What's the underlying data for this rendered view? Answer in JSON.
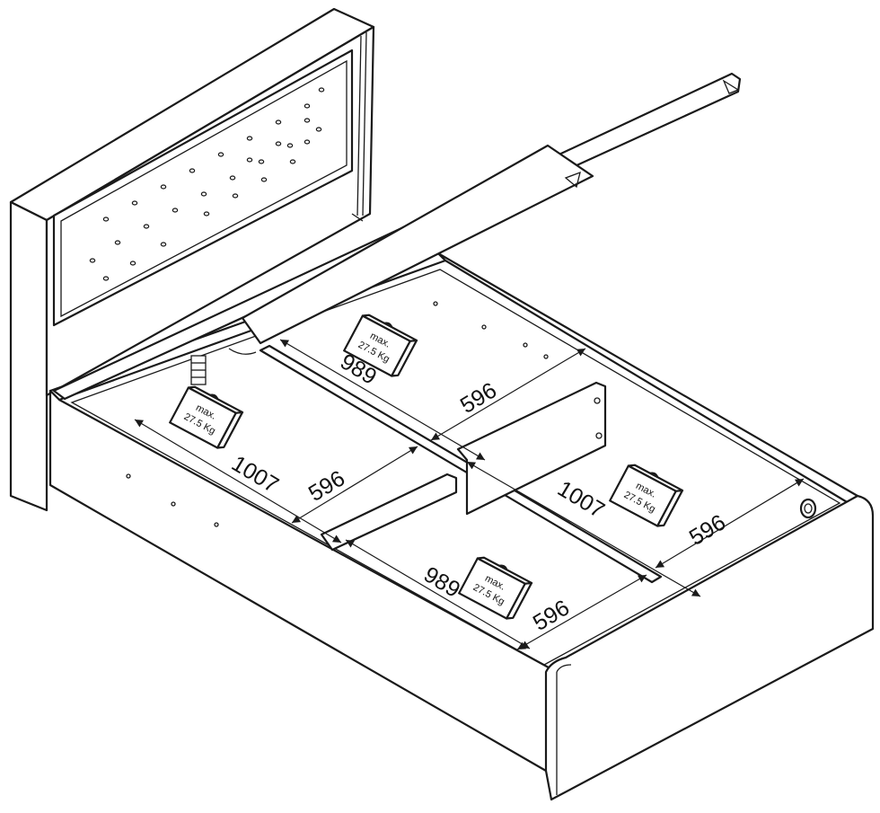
{
  "dimensions": [
    {
      "id": "head-left-length",
      "label": "1007"
    },
    {
      "id": "head-left-width",
      "label": "596"
    },
    {
      "id": "head-right-length",
      "label": "989"
    },
    {
      "id": "head-right-width",
      "label": "596"
    },
    {
      "id": "foot-right-length",
      "label": "1007"
    },
    {
      "id": "foot-right-width",
      "label": "596"
    },
    {
      "id": "foot-left-length",
      "label": "989"
    },
    {
      "id": "foot-left-width",
      "label": "596"
    }
  ],
  "load_labels": [
    {
      "line1": "max.",
      "line2": "27.5 Kg"
    },
    {
      "line1": "max.",
      "line2": "27.5 Kg"
    },
    {
      "line1": "max.",
      "line2": "27.5 Kg"
    },
    {
      "line1": "max.",
      "line2": "27.5 Kg"
    }
  ],
  "colors": {
    "line": "#1a1a1a",
    "background": "#ffffff"
  }
}
